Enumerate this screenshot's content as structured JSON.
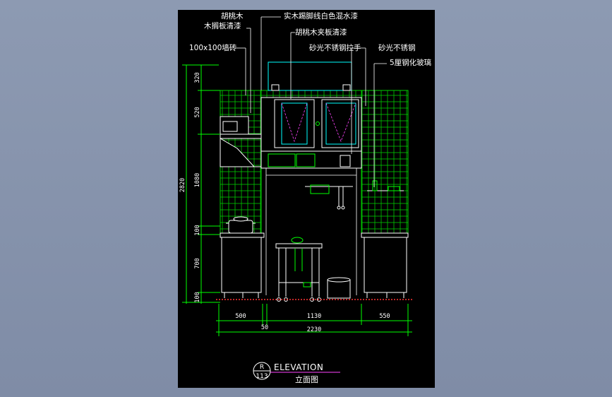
{
  "annotations": {
    "walnut_panel_1": "胡桃木",
    "walnut_panel_2": "木搁板清漆",
    "tile": "100x100墙砖",
    "skirting": "实木踢脚线白色混水漆",
    "walnut_plywood": "胡桃木夹板清漆",
    "steel_handle": "砂光不锈钢拉手",
    "steel": "砂光不锈钢",
    "glass": "5厘钢化玻璃"
  },
  "dims_vertical": {
    "total": "2820",
    "d1": "320",
    "d2": "520",
    "d3": "1080",
    "d4": "100",
    "d5": "700",
    "d6": "100"
  },
  "dims_horizontal": {
    "left": "500",
    "mid": "1130",
    "right": "550",
    "gap": "50",
    "total": "2230"
  },
  "title_block": {
    "title": "ELEVATION",
    "subtitle": "立面图",
    "ref_top": "R",
    "ref_bottom": "113"
  },
  "colors": {
    "sheet": "#000000",
    "tile": "#00d000",
    "dimension": "#00ff00",
    "cabinet": "#ffffff",
    "accent": "#00ffff",
    "title_line": "#ff00ff"
  }
}
